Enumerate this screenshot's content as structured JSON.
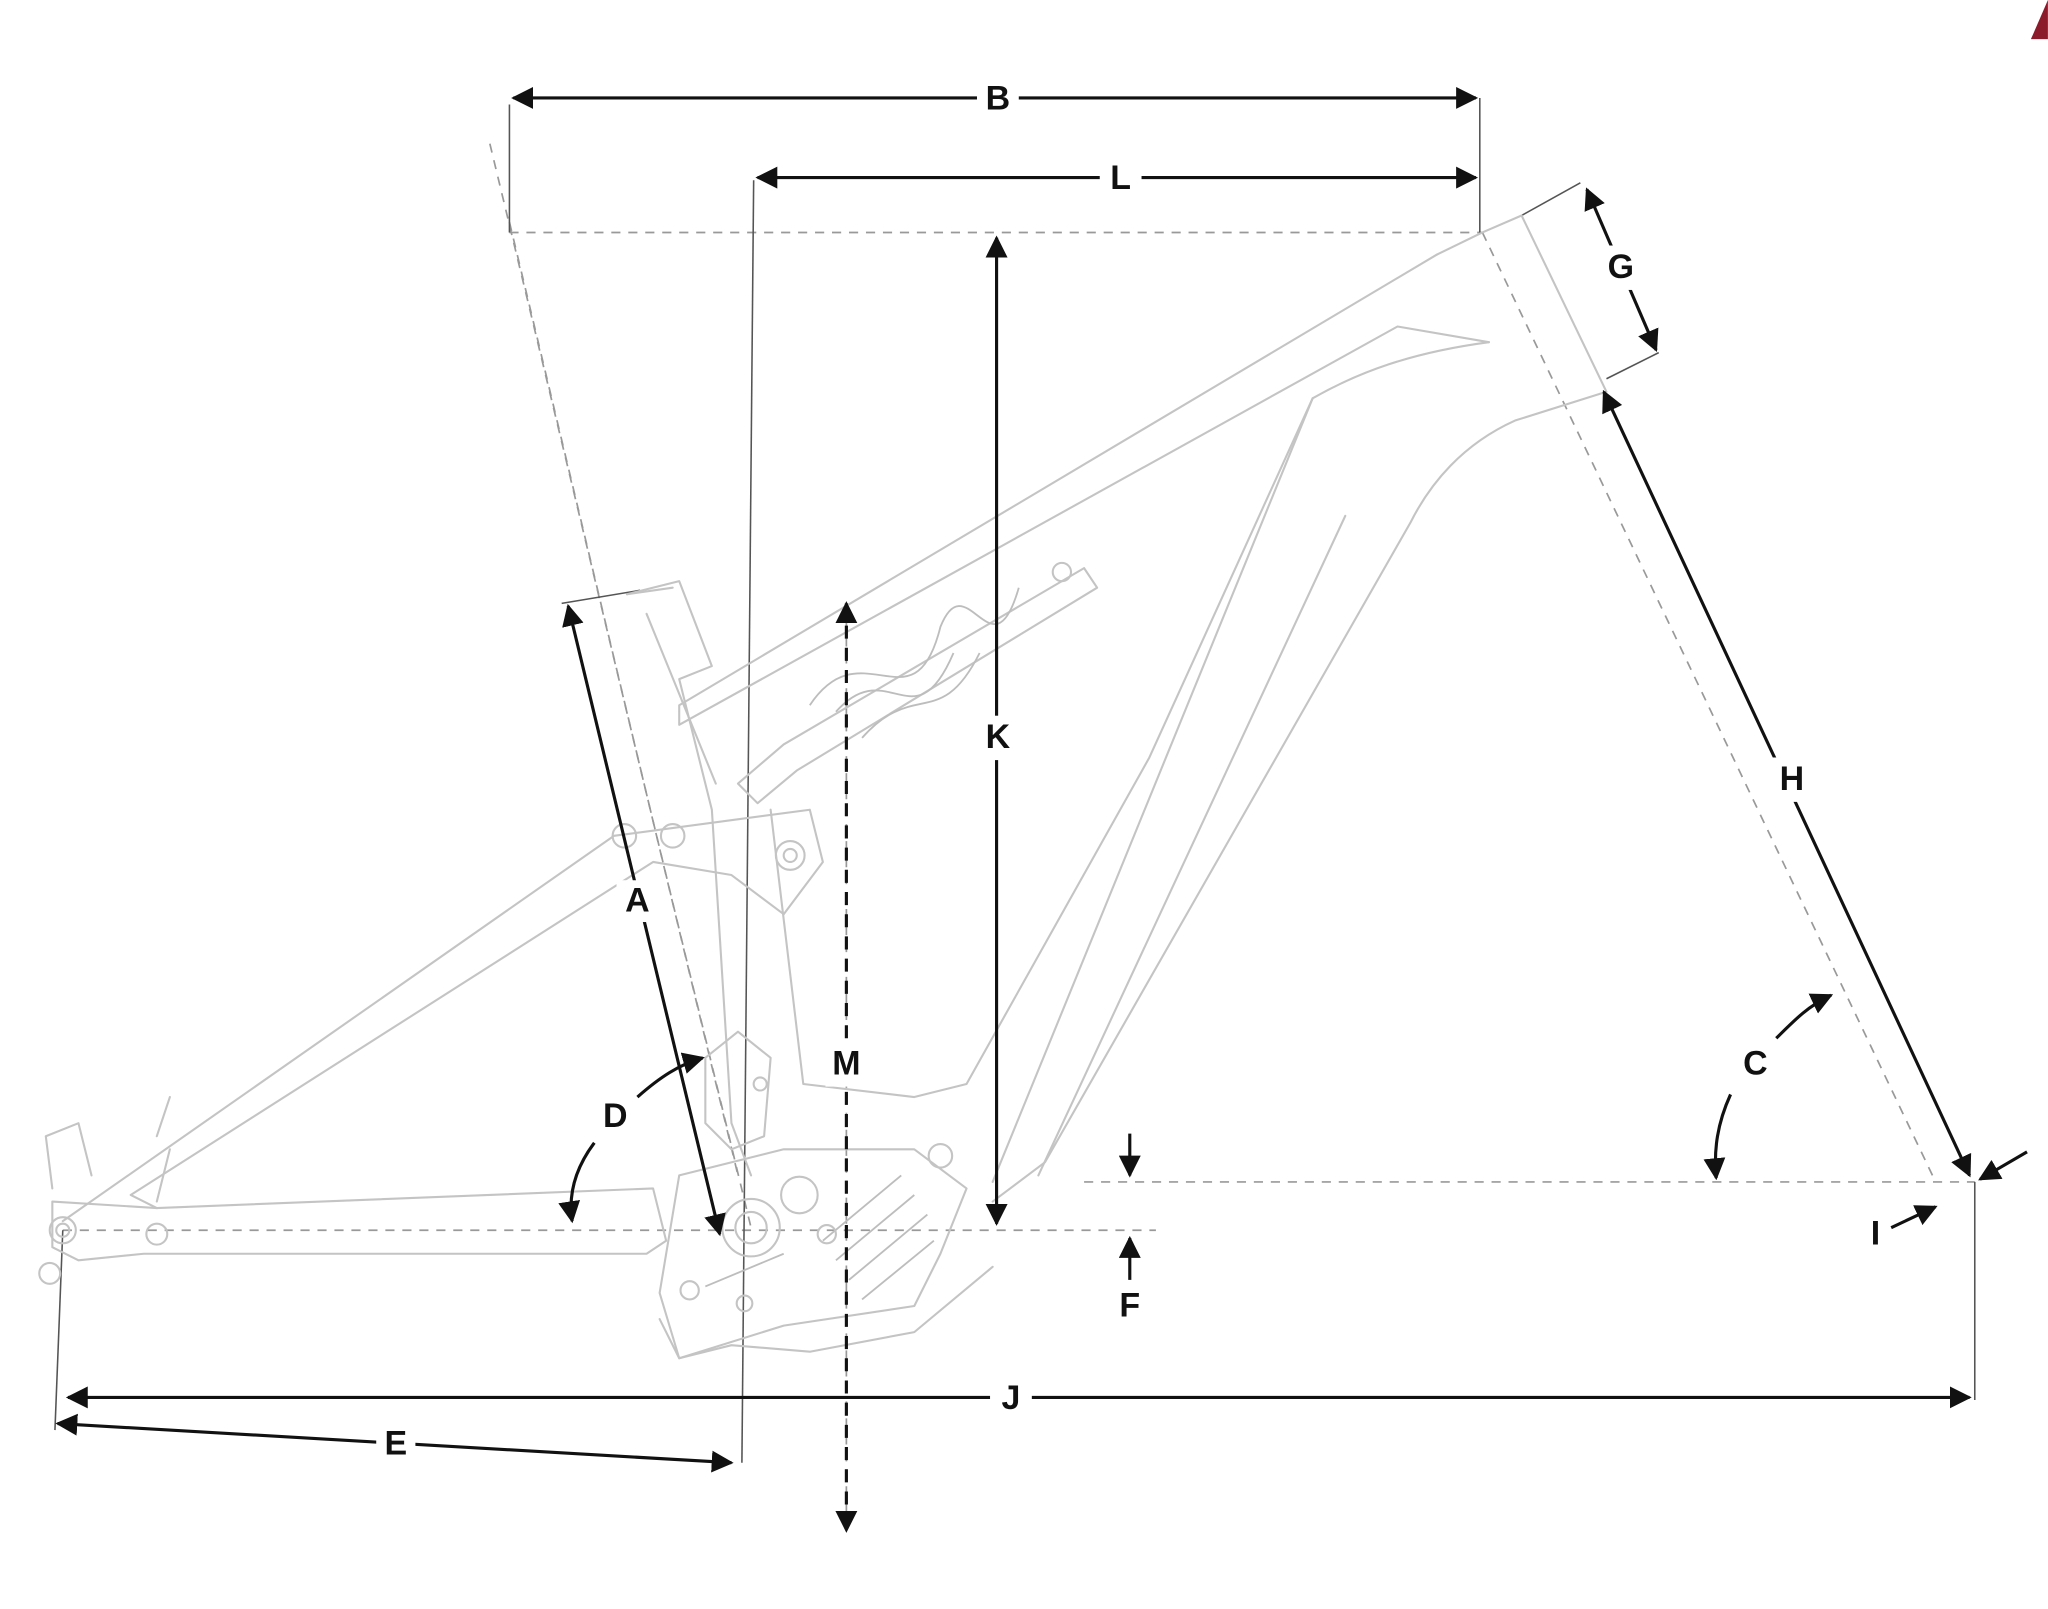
{
  "diagram": {
    "title": "Frame geometry",
    "labels": {
      "A": "A",
      "B": "B",
      "C": "C",
      "D": "D",
      "E": "E",
      "F": "F",
      "G": "G",
      "H": "H",
      "I": "I",
      "J": "J",
      "K": "K",
      "L": "L",
      "M": "M"
    },
    "colors": {
      "dimension": "#111111",
      "frame": "#c4c4c4",
      "brand_corner": "#8b1a2b"
    }
  }
}
